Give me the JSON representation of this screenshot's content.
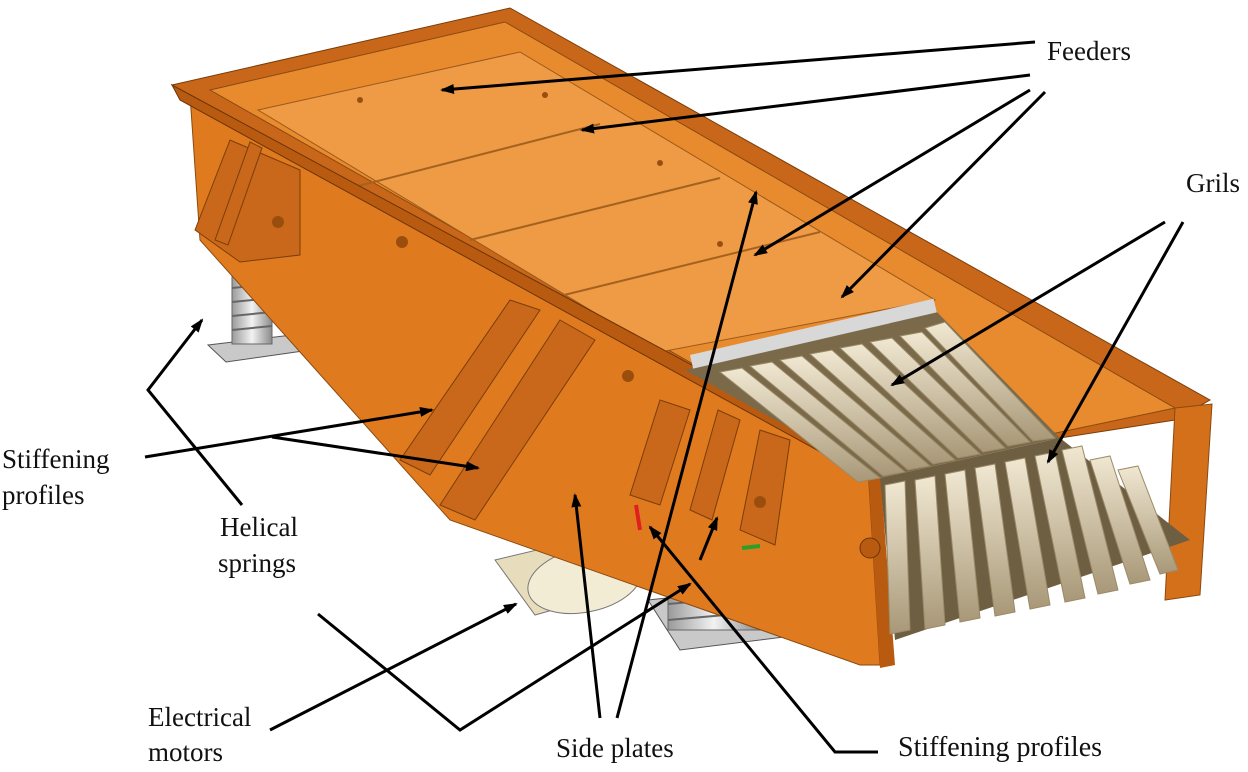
{
  "labels": {
    "feeders": "Feeders",
    "grils": "Grils",
    "stiffening_left_1": "Stiffening",
    "stiffening_left_2": "profiles",
    "helical_1": "Helical",
    "helical_2": "springs",
    "motors_1": "Electrical",
    "motors_2": "motors",
    "side_plates": "Side plates",
    "stiffening_bottom": "Stiffening profiles"
  },
  "colors": {
    "body_orange": "#e07a1f",
    "dark_orange": "#b85a10",
    "light_orange": "#ef9a45",
    "grid_bar": "#d9cdb0",
    "spring": "#c8c8c8",
    "motor": "#efe6c8",
    "arrow": "#000000"
  }
}
